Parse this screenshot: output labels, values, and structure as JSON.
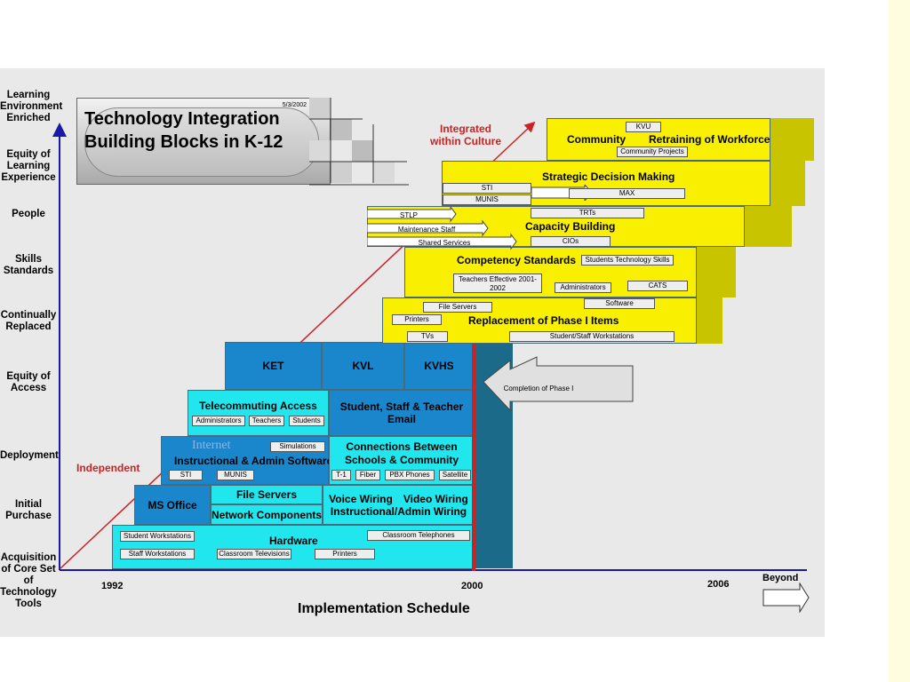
{
  "title": {
    "line1": "Technology Integration",
    "line2": "Building Blocks in K-12",
    "date": "5/3/2002"
  },
  "y_axis_labels": [
    "Learning Environment Enriched",
    "Equity of Learning Experience",
    "People",
    "Skills Standards",
    "Continually Replaced",
    "Equity of Access",
    "Deployment",
    "Initial Purchase",
    "Acquisition of Core Set of Technology Tools"
  ],
  "x_axis": {
    "title": "Implementation Schedule",
    "ticks": [
      "1992",
      "2000",
      "2006"
    ],
    "beyond": "Beyond"
  },
  "annotations": {
    "independent": "Independent",
    "integrated": "Integrated within Culture",
    "completion": "Completion of Phase I"
  },
  "blocks": {
    "hardware": "Hardware",
    "hardware_items": [
      "Student Workstations",
      "Staff Workstations",
      "Classroom Televisions",
      "Printers",
      "Classroom Telephones"
    ],
    "ms_office": "MS Office",
    "file_servers": "File Servers",
    "network_components": "Network Components",
    "voice_wiring": "Voice Wiring",
    "video_wiring": "Video Wiring",
    "instr_admin_wiring": "Instructional/Admin Wiring",
    "internet": "Internet",
    "simulations": "Simulations",
    "instr_admin_software": "Instructional & Admin Software",
    "software_items": [
      "STI",
      "MUNIS"
    ],
    "connections": "Connections Between Schools & Community",
    "connection_items": [
      "T-1",
      "Fiber",
      "PBX Phones",
      "Satellite"
    ],
    "telecommuting": "Telecommuting Access",
    "telecommuting_items": [
      "Administrators",
      "Teachers",
      "Students"
    ],
    "email_line1": "Student, Staff & Teacher",
    "email_line2": "Email",
    "ket": "KET",
    "kvl": "KVL",
    "kvhs": "KVHS",
    "replacement": "Replacement of Phase I Items",
    "replacement_items": [
      "File Servers",
      "Printers",
      "TVs",
      "Software",
      "Student/Staff Workstations"
    ],
    "competency": "Competency Standards",
    "competency_items": [
      "Students Technology Skills",
      "Teachers Effective 2001-2002",
      "Administrators",
      "CATS"
    ],
    "capacity": "Capacity Building",
    "capacity_items": [
      "STLP",
      "Maintenance Staff",
      "Shared Services",
      "TRTs",
      "CIOs"
    ],
    "strategic": "Strategic Decision Making",
    "strategic_items": [
      "STI",
      "MUNIS",
      "MAX"
    ],
    "community": "Community",
    "retraining": "Retraining of Workforce",
    "community_items": [
      "KVU",
      "Community Projects"
    ]
  },
  "colors": {
    "cyan": "#22e6ee",
    "blue": "#1a86cc",
    "yellow": "#f8f000",
    "axis": "#1a1aa8",
    "red_line": "#cc2222"
  }
}
